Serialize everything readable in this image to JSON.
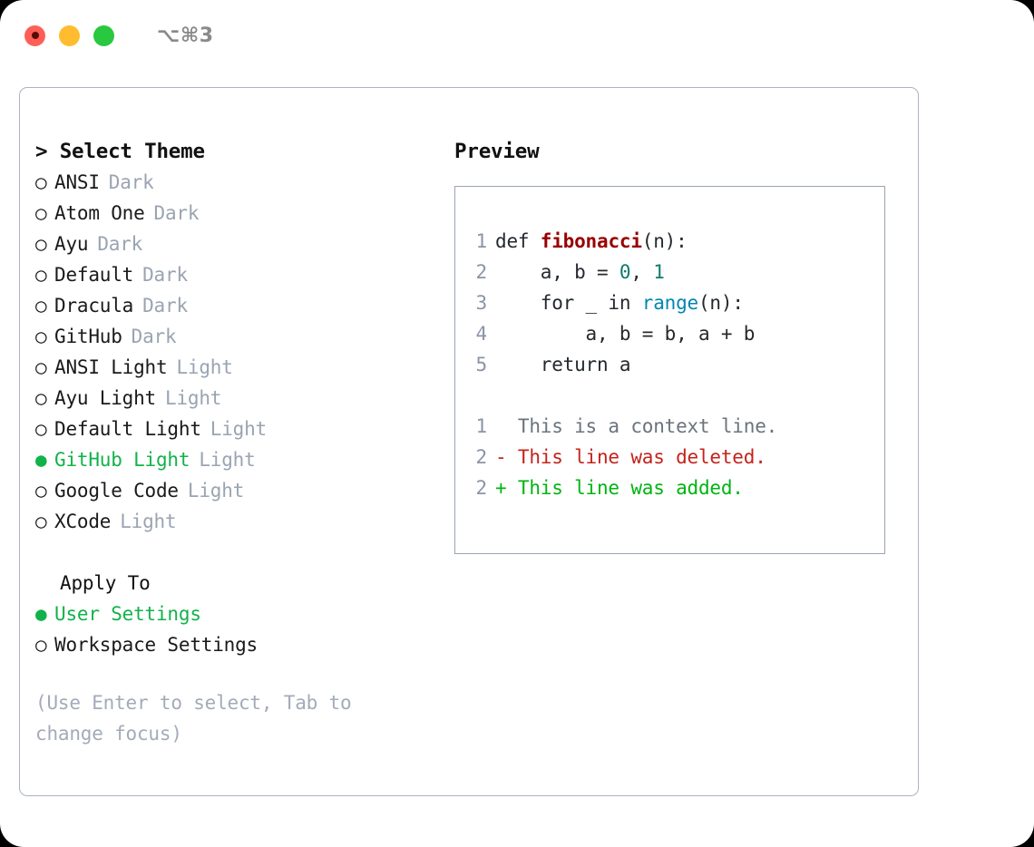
{
  "titlebar": {
    "shortcut": "⌥⌘3",
    "lights": [
      {
        "name": "close",
        "color": "#ff5f57"
      },
      {
        "name": "minimize",
        "color": "#febc2e"
      },
      {
        "name": "maximize",
        "color": "#28c840"
      }
    ]
  },
  "theme_picker": {
    "header": "> Select Theme",
    "selected_bullet": "●",
    "unselected_bullet": "○",
    "accent_color": "#12b24a",
    "tag_color": "#9aa4b2",
    "items": [
      {
        "label": "ANSI",
        "tag": "Dark",
        "selected": false
      },
      {
        "label": "Atom One",
        "tag": "Dark",
        "selected": false
      },
      {
        "label": "Ayu",
        "tag": "Dark",
        "selected": false
      },
      {
        "label": "Default",
        "tag": "Dark",
        "selected": false
      },
      {
        "label": "Dracula",
        "tag": "Dark",
        "selected": false
      },
      {
        "label": "GitHub",
        "tag": "Dark",
        "selected": false
      },
      {
        "label": "ANSI Light",
        "tag": "Light",
        "selected": false
      },
      {
        "label": "Ayu Light",
        "tag": "Light",
        "selected": false
      },
      {
        "label": "Default Light",
        "tag": "Light",
        "selected": false
      },
      {
        "label": "GitHub Light",
        "tag": "Light",
        "selected": true
      },
      {
        "label": "Google Code",
        "tag": "Light",
        "selected": false
      },
      {
        "label": "XCode",
        "tag": "Light",
        "selected": false
      }
    ]
  },
  "apply_to": {
    "header": "Apply To",
    "items": [
      {
        "label": "User Settings",
        "selected": true
      },
      {
        "label": "Workspace Settings",
        "selected": false
      }
    ]
  },
  "hint": "(Use Enter to select, Tab to change focus)",
  "preview": {
    "title": "Preview",
    "code_lines": [
      {
        "lineno": "1",
        "spans": [
          {
            "text": "def ",
            "type": "plain"
          },
          {
            "text": "fibonacci",
            "type": "func"
          },
          {
            "text": "(n):",
            "type": "plain"
          }
        ]
      },
      {
        "lineno": "2",
        "spans": [
          {
            "text": "    a, b = ",
            "type": "plain"
          },
          {
            "text": "0",
            "type": "num"
          },
          {
            "text": ", ",
            "type": "plain"
          },
          {
            "text": "1",
            "type": "num"
          }
        ]
      },
      {
        "lineno": "3",
        "spans": [
          {
            "text": "    for _ in ",
            "type": "plain"
          },
          {
            "text": "range",
            "type": "call"
          },
          {
            "text": "(n):",
            "type": "plain"
          }
        ]
      },
      {
        "lineno": "4",
        "spans": [
          {
            "text": "        a, b = b, a + b",
            "type": "plain"
          }
        ]
      },
      {
        "lineno": "5",
        "spans": [
          {
            "text": "    return a",
            "type": "plain"
          }
        ]
      }
    ],
    "diff_lines": [
      {
        "lineno": "1",
        "marker": " ",
        "text": "  This is a context line.",
        "kind": "context"
      },
      {
        "lineno": "2",
        "marker": "-",
        "text": "- This line was deleted.",
        "kind": "del"
      },
      {
        "lineno": "2",
        "marker": "+",
        "text": "+ This line was added.",
        "kind": "add"
      }
    ],
    "colors": {
      "function": "#990000",
      "number": "#0e7c6b",
      "builtin": "#0086b3",
      "context": "#6a737d",
      "deleted": "#c4231b",
      "added": "#00b411",
      "lineno": "#8a94a6"
    }
  }
}
